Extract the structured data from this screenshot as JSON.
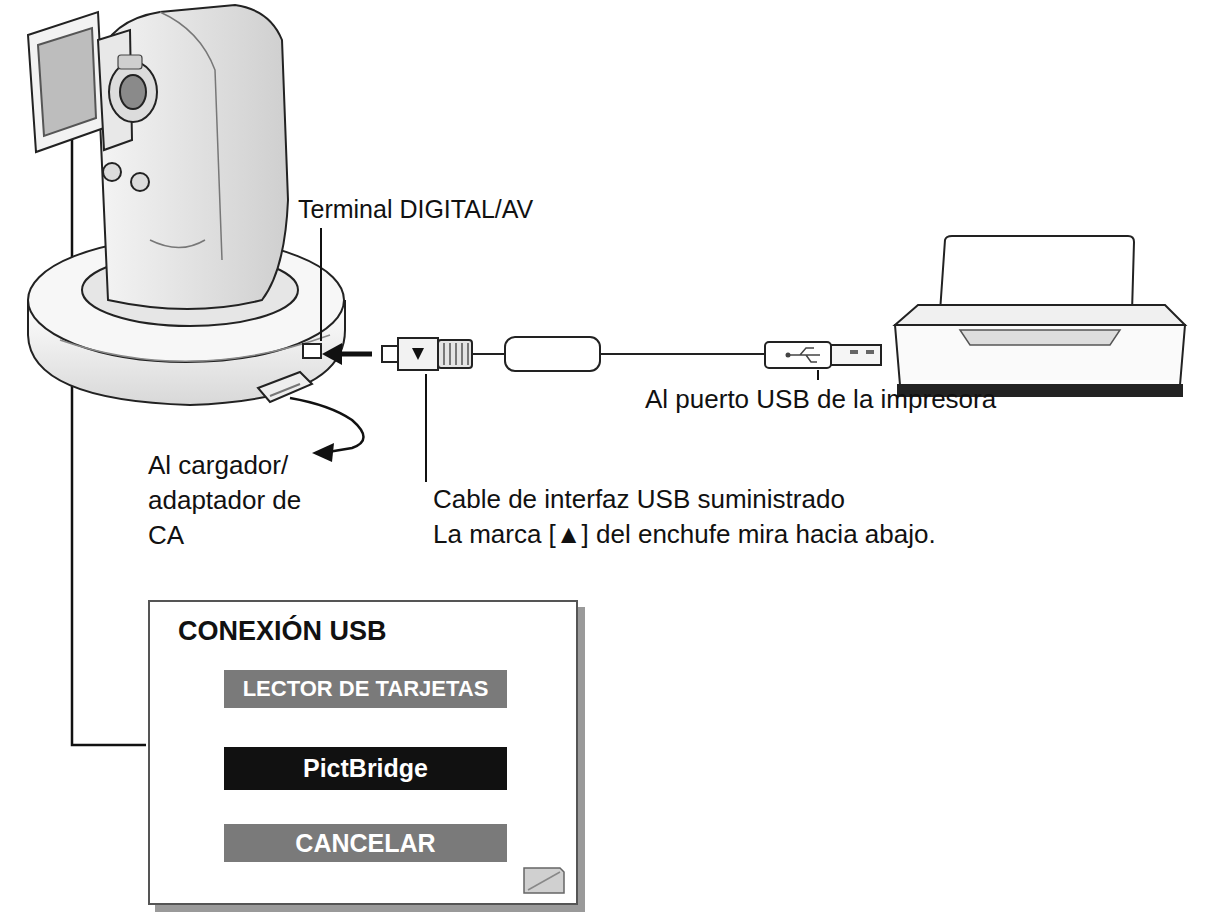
{
  "diagram": {
    "nodes": [
      {
        "text": [
          "CONEXIÓN USB"
        ]
      },
      {
        "text": [
          "LECTOR DE TARJETAS"
        ],
        "in": 0
      },
      {
        "text": [
          "PictBridge"
        ],
        "in": 0
      },
      {
        "text": [
          "CANCELAR"
        ],
        "in": 0
      }
    ],
    "labels": [
      "Terminal DIGITAL/AV",
      "Al puerto USB de la impresora",
      "Al cargador/ adaptador de CA",
      "Cable de interfaz USB suministrado",
      "La marca [▲] del enchufe mira hacia abajo."
    ]
  }
}
